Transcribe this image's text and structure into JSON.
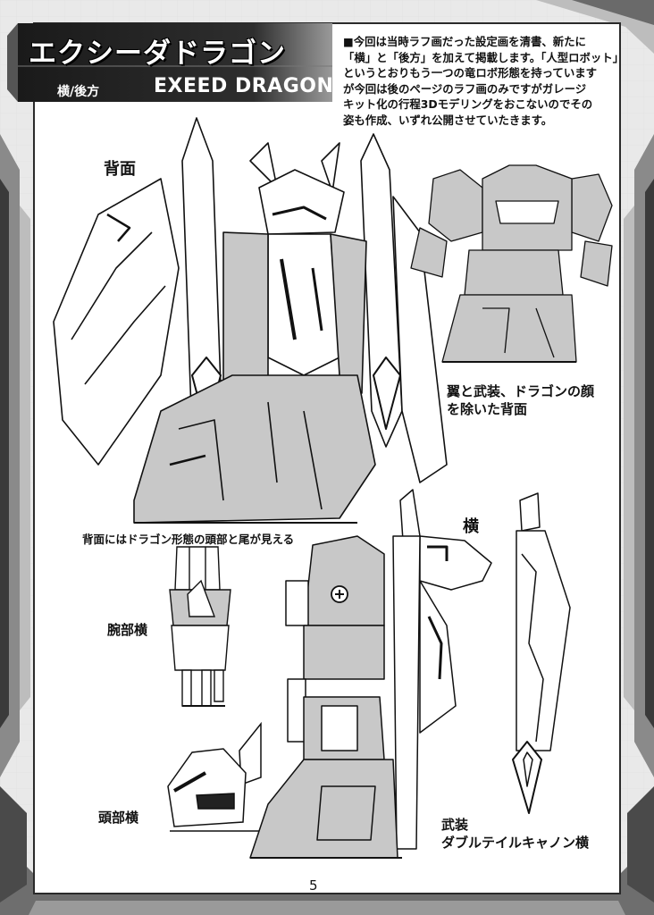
{
  "header": {
    "title_jp": "エクシーダドラゴン",
    "title_en": "EXEED DRAGON",
    "subtitle": "横/後方"
  },
  "intro": {
    "lines": [
      "■今回は当時ラフ画だった設定画を清書、新たに",
      "「横」と「後方」を加えて掲載します。「人型ロボット」",
      "というとおりもう一つの竜ロボ形態を持っています",
      "が今回は後のページのラフ画のみですがガレージ",
      "キット化の行程3Dモデリングをおこないのでその",
      "姿も作成、いずれ公開させていたきます。"
    ]
  },
  "labels": {
    "back": "背面",
    "back_no_wings_1": "翼と武装、ドラゴンの顔",
    "back_no_wings_2": "を除いた背面",
    "back_note": "背面にはドラゴン形態の頭部と尾が見える",
    "side": "横",
    "arm_side": "腕部横",
    "head_side": "頭部横",
    "weapon_1": "武装",
    "weapon_2": "ダブルテイルキャノン横"
  },
  "page_number": "5",
  "colors": {
    "frame_dark": "#3a3a3a",
    "frame_mid": "#8a8a8a",
    "frame_light": "#d6d6d6",
    "fill_gray": "#c8c8c8",
    "ink": "#111111"
  }
}
